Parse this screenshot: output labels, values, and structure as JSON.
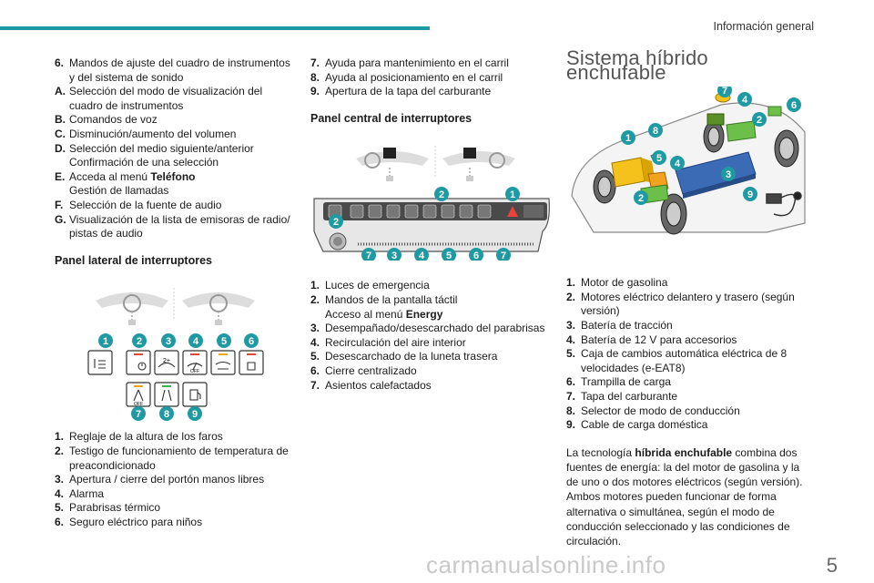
{
  "header": {
    "section": "Información general"
  },
  "col1": {
    "items_a": [
      {
        "n": "6.",
        "t": "Mandos de ajuste del cuadro de instrumentos y del sistema de sonido"
      },
      {
        "n": "A.",
        "t": "Selección del modo de visualización del cuadro de instrumentos"
      },
      {
        "n": "B.",
        "t": "Comandos de voz"
      },
      {
        "n": "C.",
        "t": "Disminución/aumento del volumen"
      },
      {
        "n": "D.",
        "t": "Selección del medio siguiente/anterior",
        "sub": "Confirmación de una selección"
      },
      {
        "n": "E.",
        "t_pre": "Acceda al menú ",
        "t_bold": "Teléfono",
        "sub": "Gestión de llamadas"
      },
      {
        "n": "F.",
        "t": "Selección de la fuente de audio"
      },
      {
        "n": "G.",
        "t": "Visualización de la lista de emisoras de radio/ pistas de audio"
      }
    ],
    "lateral_heading": "Panel lateral de interruptores",
    "lateral_badges": [
      "1",
      "2",
      "3",
      "4",
      "5",
      "6",
      "7",
      "8",
      "9"
    ],
    "icon_text_2": "2+",
    "icon_text_off": "OFF",
    "items_b": [
      {
        "n": "1.",
        "t": "Reglaje de la altura de los faros"
      },
      {
        "n": "2.",
        "t": "Testigo de funcionamiento de temperatura de preacondicionado"
      },
      {
        "n": "3.",
        "t": "Apertura / cierre del portón manos libres"
      },
      {
        "n": "4.",
        "t": "Alarma"
      },
      {
        "n": "5.",
        "t": "Parabrisas térmico"
      },
      {
        "n": "6.",
        "t": "Seguro eléctrico para niños"
      }
    ]
  },
  "col2": {
    "items_a": [
      {
        "n": "7.",
        "t": "Ayuda para mantenimiento en el carril"
      },
      {
        "n": "8.",
        "t": "Ayuda al posicionamiento en el carril"
      },
      {
        "n": "9.",
        "t": "Apertura de la tapa del carburante"
      }
    ],
    "central_heading": "Panel central de interruptores",
    "central_badges": [
      "2",
      "1",
      "2",
      "7",
      "3",
      "4",
      "5",
      "6",
      "7"
    ],
    "items_b": [
      {
        "n": "1.",
        "t": "Luces de emergencia"
      },
      {
        "n": "2.",
        "t": "Mandos de la pantalla táctil",
        "sub_pre": "Acceso al menú ",
        "sub_bold": "Energy"
      },
      {
        "n": "3.",
        "t": "Desempañado/desescarchado del parabrisas"
      },
      {
        "n": "4.",
        "t": "Recirculación del aire interior"
      },
      {
        "n": "5.",
        "t": "Desescarchado de la luneta trasera"
      },
      {
        "n": "6.",
        "t": "Cierre centralizado"
      },
      {
        "n": "7.",
        "t": "Asientos calefactados"
      }
    ]
  },
  "col3": {
    "title": "Sistema híbrido enchufable",
    "car_badges": [
      "7",
      "4",
      "6",
      "2",
      "8",
      "1",
      "5",
      "4",
      "3",
      "2",
      "9"
    ],
    "items": [
      {
        "n": "1.",
        "t": "Motor de gasolina"
      },
      {
        "n": "2.",
        "t": "Motores eléctrico delantero y trasero (según versión)"
      },
      {
        "n": "3.",
        "t": "Batería de tracción"
      },
      {
        "n": "4.",
        "t": "Batería de 12 V para accesorios"
      },
      {
        "n": "5.",
        "t": "Caja de cambios automática eléctrica de 8 velocidades (e-EAT8)"
      },
      {
        "n": "6.",
        "t": "Trampilla de carga"
      },
      {
        "n": "7.",
        "t": "Tapa del carburante"
      },
      {
        "n": "8.",
        "t": "Selector de modo de conducción"
      },
      {
        "n": "9.",
        "t": "Cable de carga doméstica"
      }
    ],
    "para_pre": "La tecnología ",
    "para_bold": "híbrida enchufable",
    "para_post": " combina dos fuentes de energía: la del motor de gasolina y la de uno o dos motores eléctricos (según versión). Ambos motores pueden funcionar de forma alternativa o simultánea, según el modo de conducción seleccionado y las condiciones de circulación."
  },
  "footer": {
    "page": "5",
    "watermark": "carmanualsonline.info"
  },
  "colors": {
    "accent": "#1f9aa3",
    "warning": "#e8443c",
    "amber": "#f2a21c",
    "green": "#3cb34a"
  }
}
